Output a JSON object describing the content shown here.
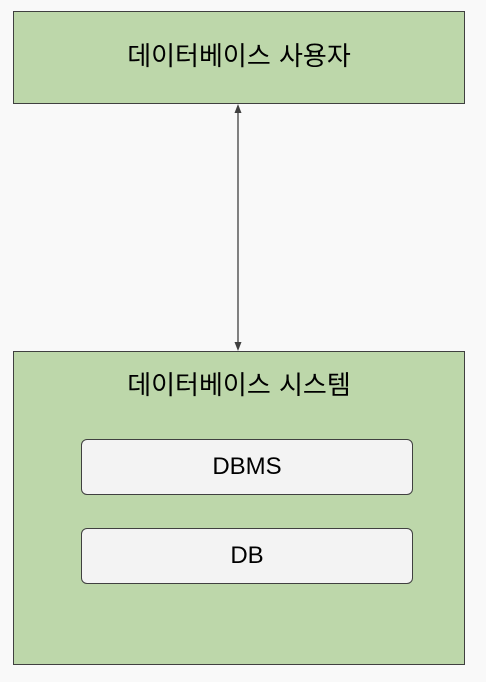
{
  "diagram": {
    "user_box": {
      "label": "데이터베이스 사용자"
    },
    "system_box": {
      "label": "데이터베이스 시스템",
      "components": [
        {
          "label": "DBMS"
        },
        {
          "label": "DB"
        }
      ]
    },
    "connector": {
      "type": "bidirectional-arrow",
      "color": "#404040"
    },
    "colors": {
      "outer_fill": "#bdd7aa",
      "inner_fill": "#f3f3f3",
      "border": "#404040",
      "background": "#f9f9f9"
    }
  }
}
